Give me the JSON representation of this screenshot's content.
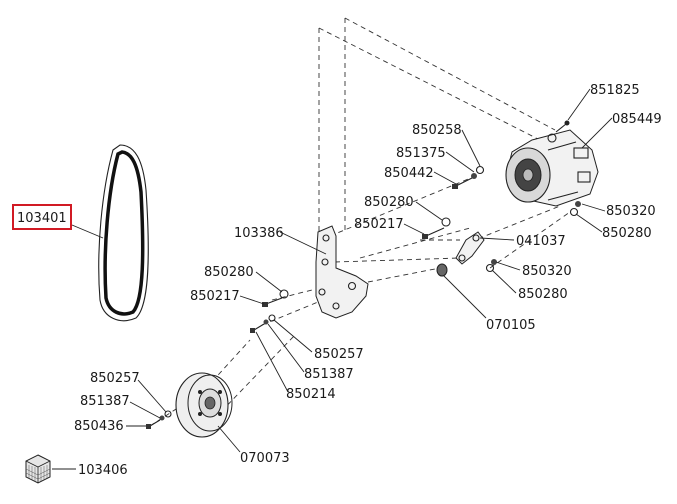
{
  "colors": {
    "highlight": "#d11a24",
    "line": "#222222",
    "background": "#ffffff"
  },
  "icons": {
    "catalog_cube": "catalog-cube-icon"
  },
  "highlighted_part": "103401",
  "callouts": {
    "p851825": "851825",
    "p085449": "085449",
    "p850258": "850258",
    "p851375": "851375",
    "p850442": "850442",
    "p850280a": "850280",
    "p850217a": "850217",
    "p850320a": "850320",
    "p850280b": "850280",
    "p103401": "103401",
    "p103386": "103386",
    "p041037": "041037",
    "p850280c": "850280",
    "p850217b": "850217",
    "p850320b": "850320",
    "p850280d": "850280",
    "p070105": "070105",
    "p850257a": "850257",
    "p851387a": "851387",
    "p850214": "850214",
    "p850257b": "850257",
    "p851387b": "851387",
    "p850436": "850436",
    "p070073": "070073",
    "p103406": "103406"
  }
}
